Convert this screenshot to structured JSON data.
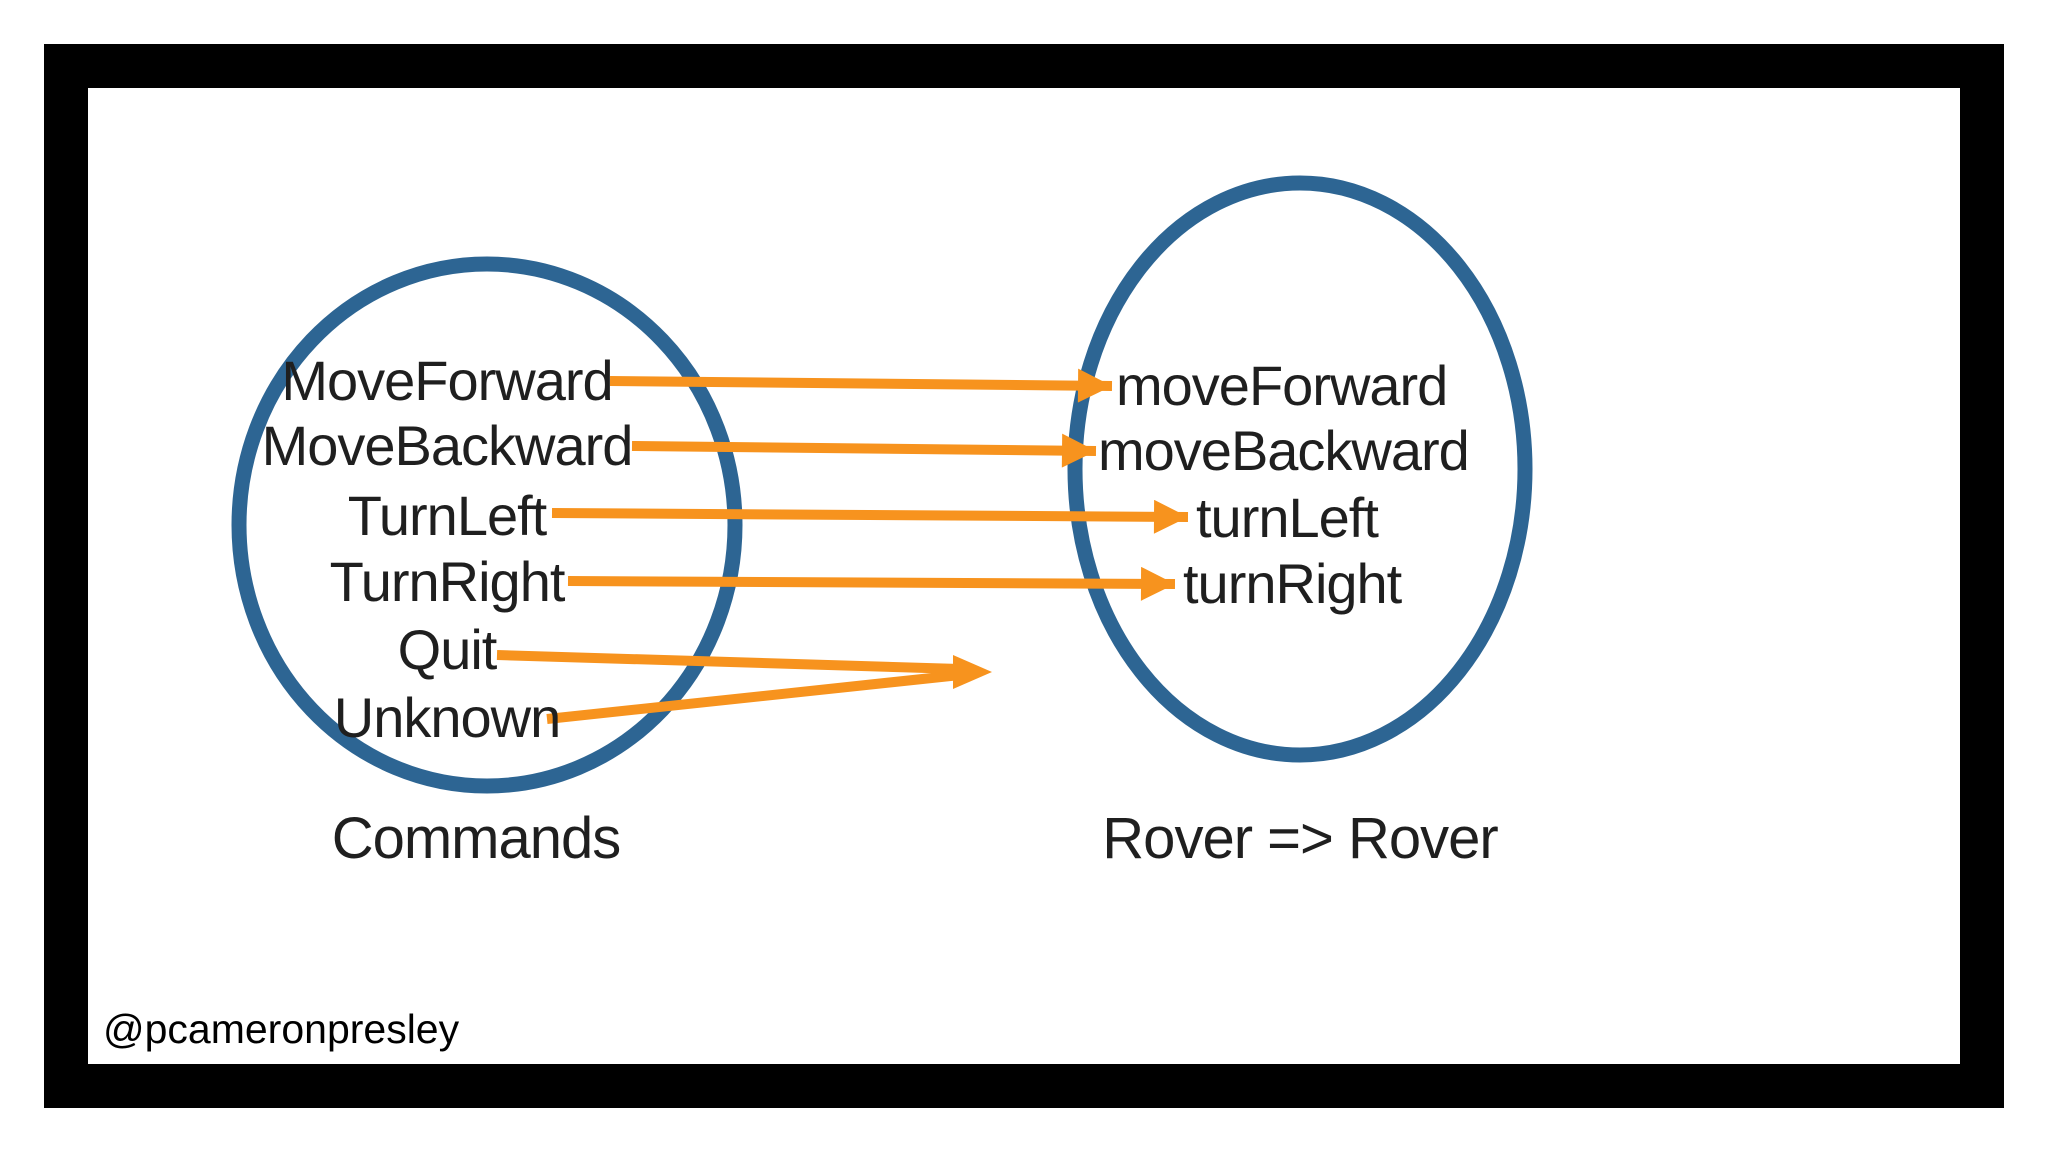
{
  "slide": {
    "watermark": "@pcameronpresley"
  },
  "left_set": {
    "label": "Commands",
    "items": [
      "MoveForward",
      "MoveBackward",
      "TurnLeft",
      "TurnRight",
      "Quit",
      "Unknown"
    ]
  },
  "right_set": {
    "label": "Rover => Rover",
    "items": [
      "moveForward",
      "moveBackward",
      "turnLeft",
      "turnRight"
    ]
  },
  "mappings": [
    {
      "from": "MoveForward",
      "to": "moveForward"
    },
    {
      "from": "MoveBackward",
      "to": "moveBackward"
    },
    {
      "from": "TurnLeft",
      "to": "turnLeft"
    },
    {
      "from": "TurnRight",
      "to": "turnRight"
    },
    {
      "from": "Quit",
      "to": ""
    },
    {
      "from": "Unknown",
      "to": ""
    }
  ],
  "colors": {
    "ellipse_stroke": "#2d6593",
    "arrow": "#f7931e",
    "frame": "#000000",
    "text": "#1f1f1f"
  }
}
